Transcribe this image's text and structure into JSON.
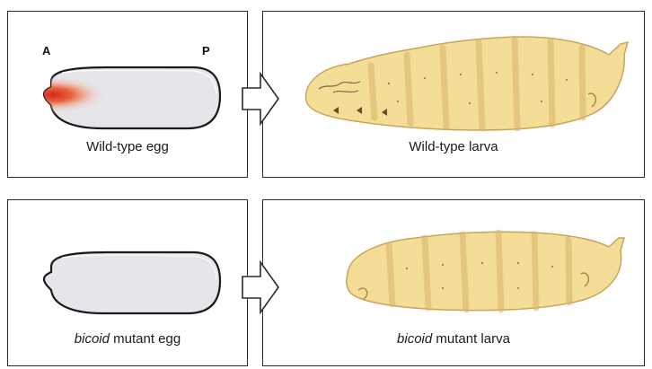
{
  "axis_labels": {
    "anterior": "A",
    "posterior": "P"
  },
  "captions": {
    "wt_egg": "Wild-type egg",
    "wt_larva": "Wild-type larva",
    "mut_egg_italic": "bicoid",
    "mut_egg_rest": " mutant egg",
    "mut_larva_italic": "bicoid",
    "mut_larva_rest": " mutant larva"
  },
  "colors": {
    "bicoid_gradient": "#d2281e",
    "egg_fill": "#e6e6ea",
    "larva_fill": "#f4dd96",
    "border": "#2a2a2a"
  }
}
